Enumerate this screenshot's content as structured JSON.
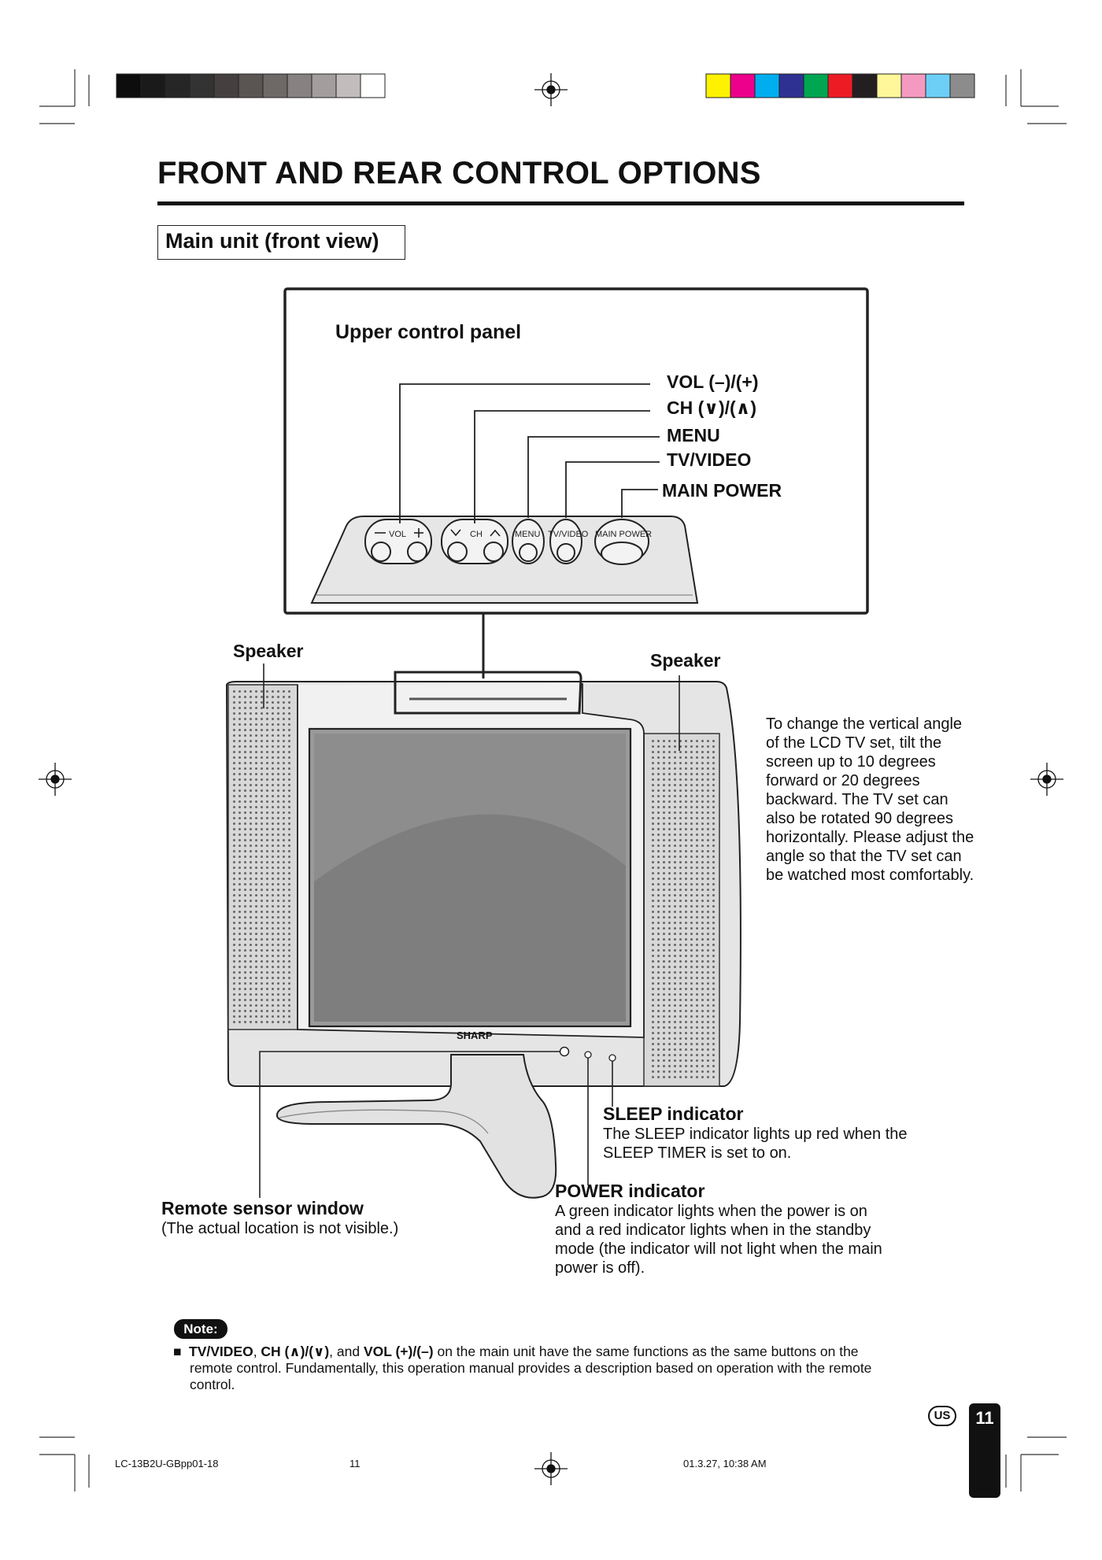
{
  "page": {
    "title": "FRONT AND REAR CONTROL OPTIONS",
    "section_title": "Main unit (front view)"
  },
  "upper_panel": {
    "title": "Upper control panel",
    "labels": {
      "vol": "VOL (–)/(+)",
      "ch": "CH (∨)/(∧)",
      "menu": "MENU",
      "tv_video": "TV/VIDEO",
      "main_power": "MAIN POWER"
    },
    "button_labels": {
      "vol": "VOL",
      "ch": "CH",
      "menu": "MENU",
      "tv_video": "TV/VIDEO",
      "main_power": "MAIN POWER"
    }
  },
  "tv": {
    "brand": "SHARP",
    "speaker_left": "Speaker",
    "speaker_right": "Speaker"
  },
  "tilt_text": "To change the vertical angle of the LCD TV set, tilt the screen up to 10 degrees forward or 20 degrees backward. The TV set can also be rotated 90 degrees horizontally. Please adjust the angle so that the TV set can be watched most comfortably.",
  "sleep_indicator": {
    "title": "SLEEP indicator",
    "text": "The SLEEP indicator lights up red when the SLEEP TIMER is set to on."
  },
  "power_indicator": {
    "title": "POWER indicator",
    "text": "A green indicator lights when the power is on and a red indicator lights when in the standby mode (the indicator will not light when the main power is off)."
  },
  "remote_sensor": {
    "title": "Remote sensor window",
    "text": "(The actual location is not visible.)"
  },
  "note": {
    "badge": "Note:",
    "bullet": "■",
    "b1": "TV/VIDEO",
    "t1": ", ",
    "b2": "CH (∧)/(∨)",
    "t2": ", and ",
    "b3": "VOL (+)/(–)",
    "t3": " on the main unit have the same functions as the same buttons on the",
    "line2": "remote control. Fundamentally, this operation manual provides a description based on operation with the remote",
    "line3": "control."
  },
  "footer": {
    "file": "LC-13B2U-GBpp01-18",
    "page_ref": "11",
    "date": "01.3.27, 10:38 AM",
    "region": "US",
    "page_number": "11"
  },
  "colors": {
    "gray_bar": [
      "#0d0d0d",
      "#1a1a1a",
      "#262626",
      "#333333",
      "#45403f",
      "#5a5453",
      "#6e6867",
      "#878281",
      "#a39e9d",
      "#c2bdbc",
      "#ffffff"
    ],
    "color_bar": [
      "#fff200",
      "#ec008c",
      "#00aeef",
      "#2e3192",
      "#00a651",
      "#ed1c24",
      "#231f20",
      "#fff799",
      "#f49ac1",
      "#6dcff6",
      "#8c8c8c"
    ]
  }
}
